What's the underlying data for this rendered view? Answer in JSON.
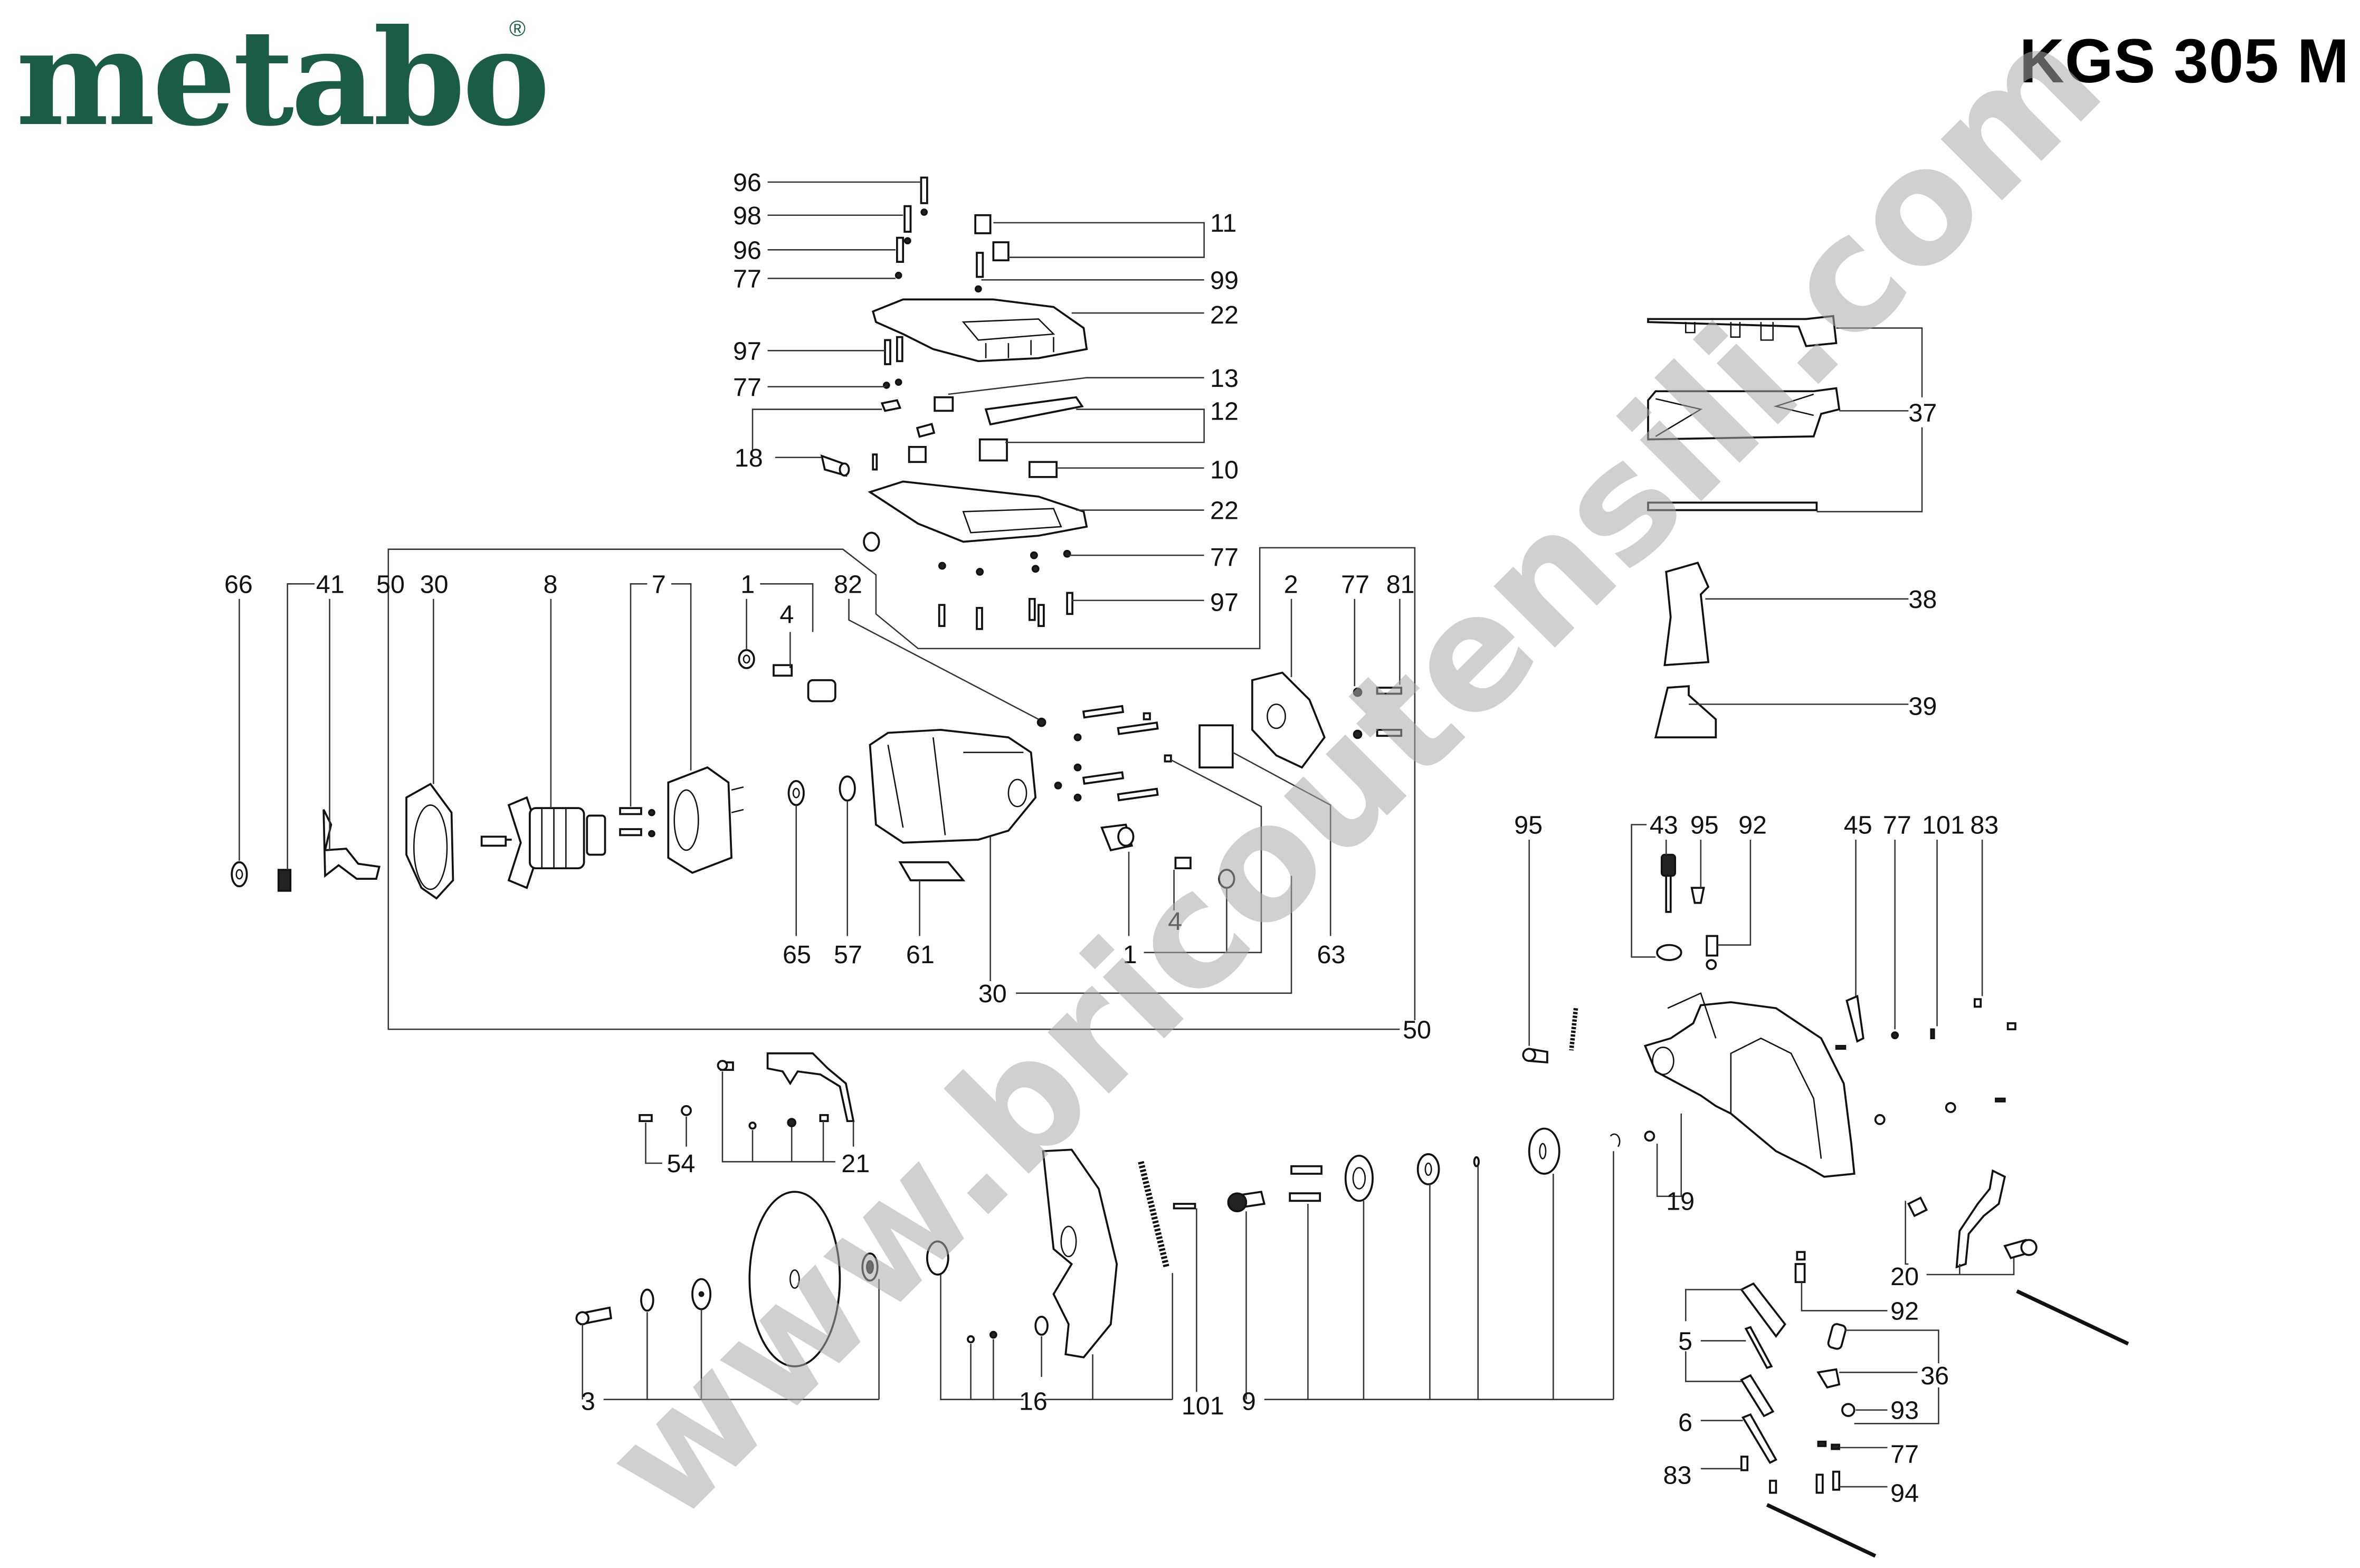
{
  "header": {
    "brand": "metabo",
    "brand_mark": "®",
    "brand_color": "#1a5c45",
    "model": "KGS 305 M"
  },
  "watermark": "www.bricoutensili.com",
  "diagram": {
    "type": "exploded parts diagram",
    "labels": {
      "top_96a": "96",
      "top_98": "98",
      "top_96b": "96",
      "top_77a": "77",
      "top_97a": "97",
      "top_77b": "77",
      "top_18": "18",
      "top_11": "11",
      "top_99": "99",
      "top_22a": "22",
      "top_13": "13",
      "top_12": "12",
      "top_10": "10",
      "top_22b": "22",
      "top_77c": "77",
      "top_97b": "97",
      "m_66": "66",
      "m_41": "41",
      "m_50a": "50",
      "m_30a": "30",
      "m_8": "8",
      "m_7": "7",
      "m_1a": "1",
      "m_4a": "4",
      "m_82": "82",
      "m_2": "2",
      "m_77": "77",
      "m_81": "81",
      "m_65": "65",
      "m_57": "57",
      "m_61": "61",
      "m_30b": "30",
      "m_1b": "1",
      "m_4b": "4",
      "m_63": "63",
      "m_50b": "50",
      "r_37": "37",
      "r_38": "38",
      "r_39": "39",
      "r_95a": "95",
      "r_43": "43",
      "r_95b": "95",
      "r_92a": "92",
      "r_45": "45",
      "r_77a": "77",
      "r_101": "101",
      "r_83a": "83",
      "r_19": "19",
      "r_20": "20",
      "r_92b": "92",
      "r_5": "5",
      "r_36": "36",
      "r_6": "6",
      "r_93": "93",
      "r_77b": "77",
      "r_83b": "83",
      "r_94": "94",
      "b_54": "54",
      "b_21": "21",
      "b_3": "3",
      "b_16": "16",
      "b_101": "101",
      "b_9": "9"
    },
    "part_numbers": [
      "1",
      "2",
      "3",
      "4",
      "5",
      "6",
      "7",
      "8",
      "9",
      "10",
      "11",
      "12",
      "13",
      "16",
      "18",
      "19",
      "20",
      "21",
      "22",
      "30",
      "36",
      "37",
      "38",
      "39",
      "41",
      "43",
      "45",
      "50",
      "54",
      "57",
      "61",
      "63",
      "65",
      "66",
      "77",
      "81",
      "82",
      "83",
      "92",
      "93",
      "94",
      "95",
      "96",
      "97",
      "98",
      "99",
      "101"
    ]
  }
}
